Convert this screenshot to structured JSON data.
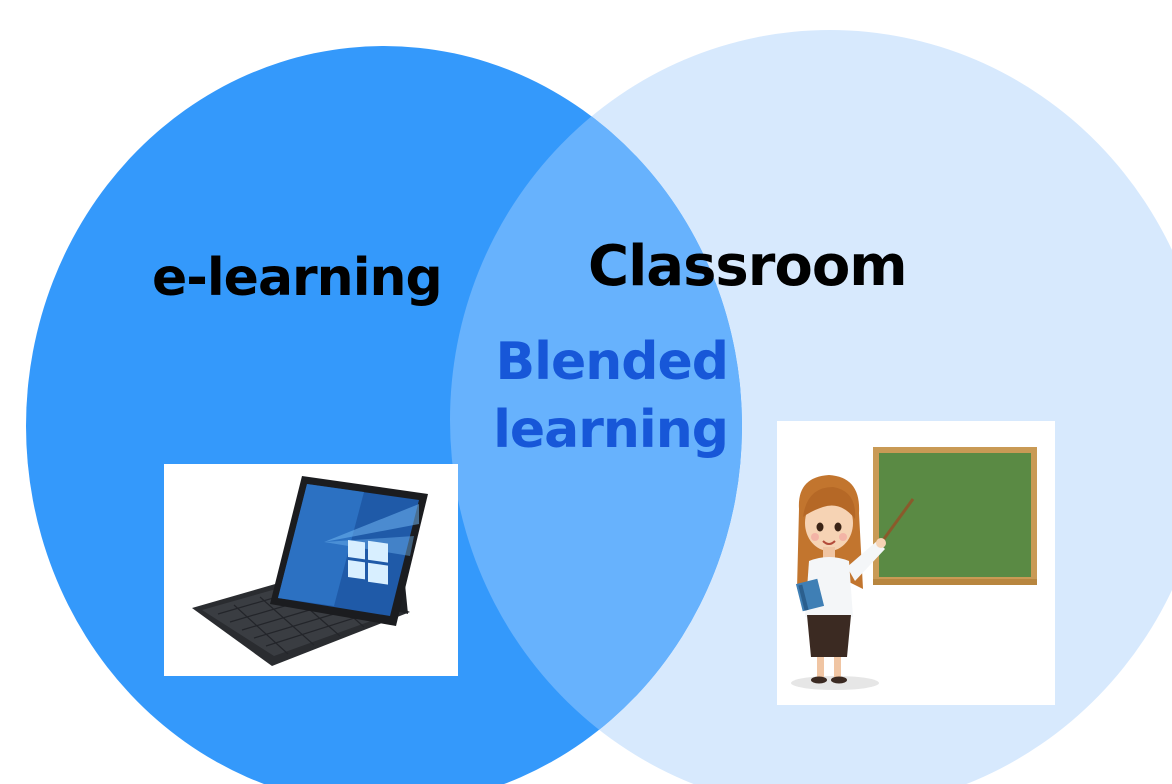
{
  "diagram": {
    "type": "venn",
    "left_set": {
      "label": "e-learning",
      "color": "#3499fb",
      "image_icon": "tablet-laptop-icon"
    },
    "right_set": {
      "label": "Classroom",
      "color": "#d7e9fd",
      "image_icon": "teacher-blackboard-icon"
    },
    "intersection": {
      "label_line1": "Blended",
      "label_line2": "learning",
      "color": "#67b2fd",
      "text_color": "#1757d8"
    }
  }
}
